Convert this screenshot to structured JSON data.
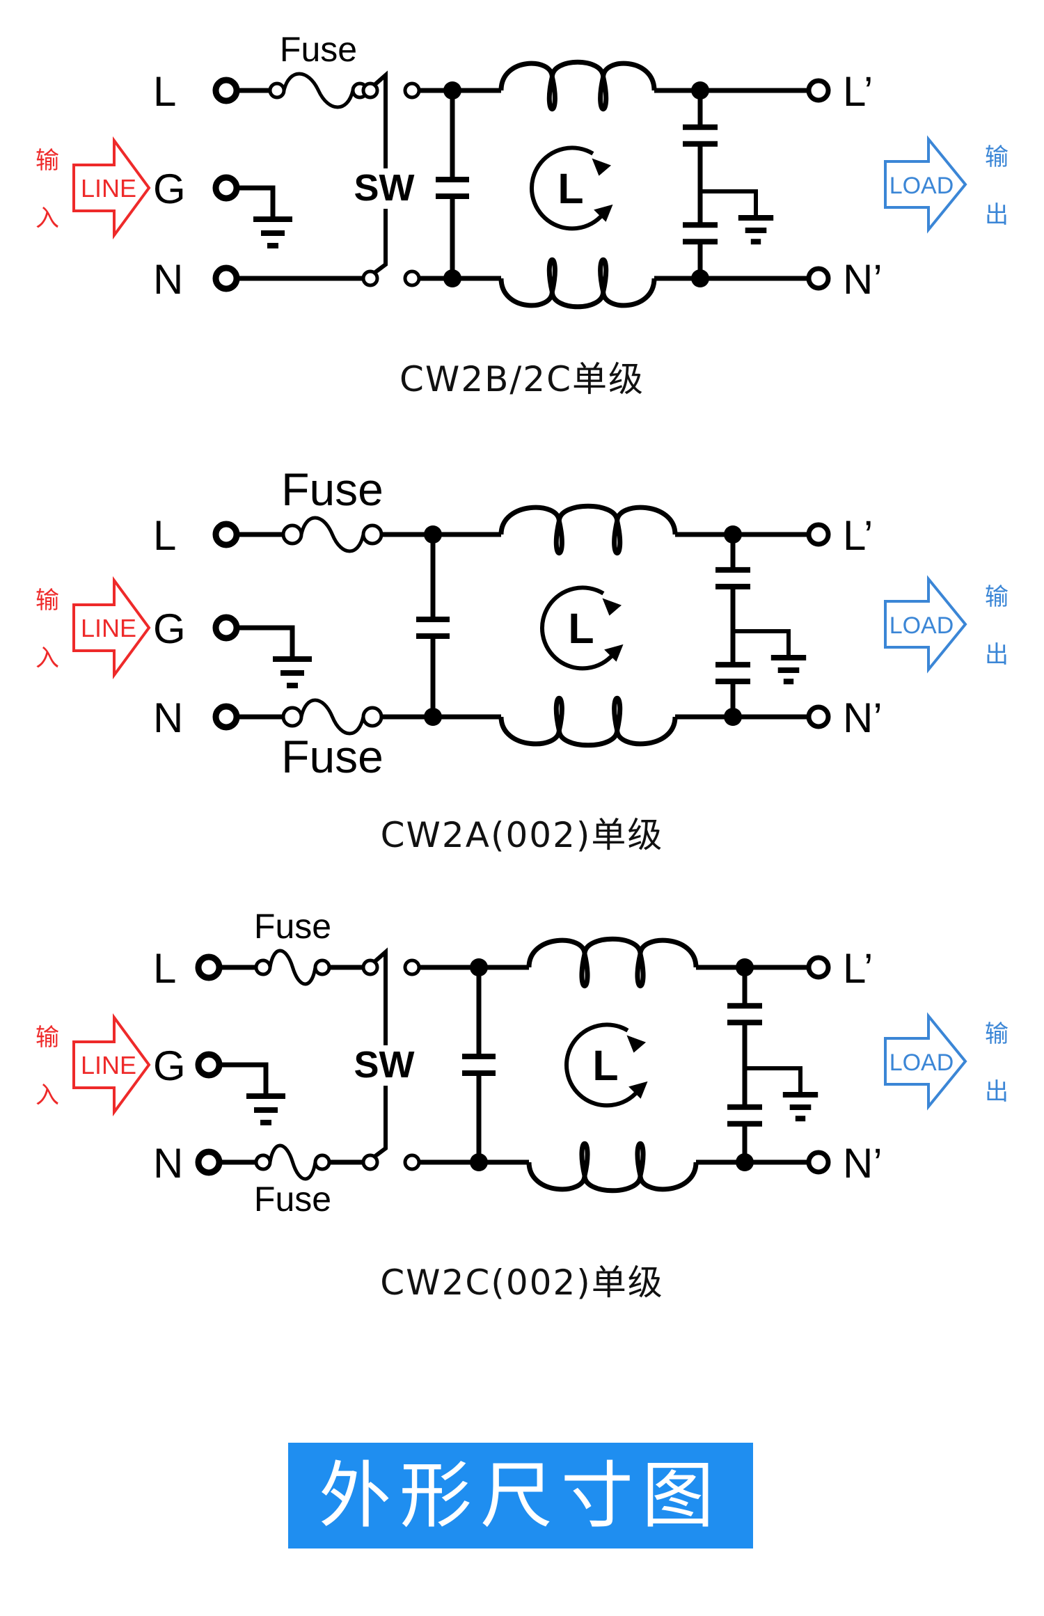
{
  "colors": {
    "line_input": "#ee2a2a",
    "load_output": "#3b86d6",
    "wire": "#000000",
    "banner_bg": "#1f8ef0",
    "banner_text": "#ffffff"
  },
  "common": {
    "input_char_top": "输",
    "input_char_bottom": "入",
    "line_arrow_label": "LINE",
    "load_arrow_label": "LOAD",
    "output_char_top": "输",
    "output_char_bottom": "出",
    "terminal_L": "L",
    "terminal_G": "G",
    "terminal_N": "N",
    "terminal_L_out": "L’",
    "terminal_N_out": "N’",
    "inductor_label": "L",
    "switch_label": "SW",
    "fuse_label": "Fuse"
  },
  "diagrams": [
    {
      "caption": "CW2B/2C单级",
      "has_switch": true,
      "fuse_on_L": true,
      "fuse_on_N": false
    },
    {
      "caption": "CW2A(002)单级",
      "has_switch": false,
      "fuse_on_L": true,
      "fuse_on_N": true
    },
    {
      "caption": "CW2C(002)单级",
      "has_switch": true,
      "fuse_on_L": true,
      "fuse_on_N": true
    }
  ],
  "banner": {
    "title": "外形尺寸图"
  }
}
